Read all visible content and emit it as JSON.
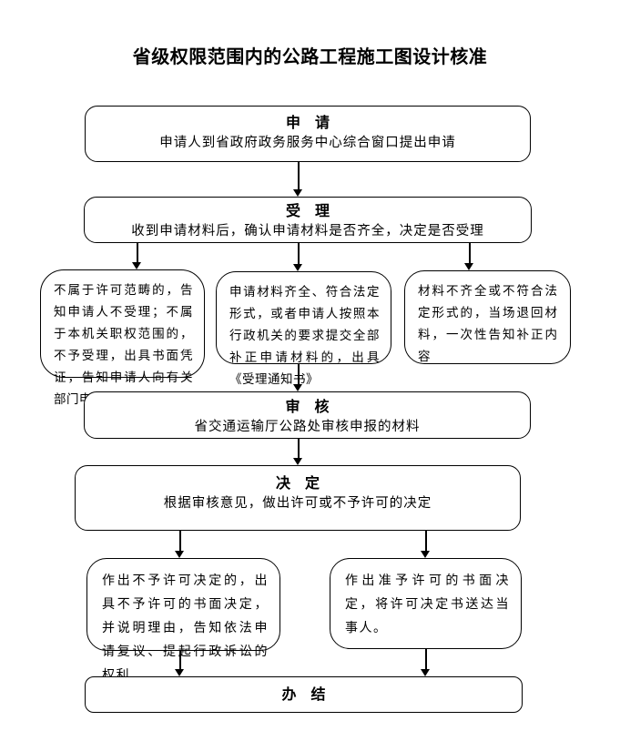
{
  "page_title": "省级权限范围内的公路工程施工图设计核准",
  "colors": {
    "background": "#ffffff",
    "border": "#000000",
    "text": "#000000",
    "arrow": "#000000"
  },
  "nodes": {
    "apply": {
      "heading": "申　请",
      "body": "申请人到省政府政务服务中心综合窗口提出申请"
    },
    "accept": {
      "heading": "受　理",
      "body": "收到申请材料后，确认申请材料是否齐全，决定是否受理"
    },
    "branch_not_accept": {
      "text": "不属于许可范畴的，告知申请人不受理；不属于本机关职权范围的，不予受理，出具书面凭证，告知申请人向有关部门申请"
    },
    "branch_accept_notice": {
      "text": "申请材料齐全、符合法定形式，或者申请人按照本行政机关的要求提交全部补正申请材料的，出具《受理通知书》"
    },
    "branch_return_materials": {
      "text": "材料不齐全或不符合法定形式的，当场退回材料，一次性告知补正内容"
    },
    "review": {
      "heading": "审　核",
      "body": "省交通运输厅公路处审核申报的材料"
    },
    "decide": {
      "heading": "决　定",
      "body": "根据审核意见，做出许可或不予许可的决定"
    },
    "deny": {
      "text": "作出不予许可决定的，出具不予许可的书面决定，并说明理由，告知依法申请复议、提起行政诉讼的权利"
    },
    "grant": {
      "text": "作出准予许可的书面决定，将许可决定书送达当事人。"
    },
    "finish": {
      "heading": "办　结"
    }
  }
}
